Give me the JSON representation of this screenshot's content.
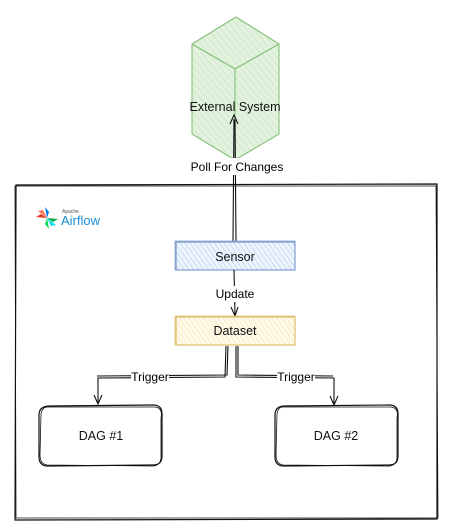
{
  "external_system": {
    "label": "External System",
    "fill": "#d4ecd0",
    "stroke": "#7cbf73"
  },
  "airflow": {
    "brand": "Apache",
    "name": "Airflow"
  },
  "edges": {
    "poll": "Poll For Changes",
    "update": "Update",
    "trigger_left": "Trigger",
    "trigger_right": "Trigger"
  },
  "sensor": {
    "label": "Sensor",
    "fill": "#dae8fc",
    "stroke": "#6c8ebf"
  },
  "dataset": {
    "label": "Dataset",
    "fill": "#fff2cc",
    "stroke": "#d6b656"
  },
  "dags": [
    {
      "label": "DAG #1"
    },
    {
      "label": "DAG #2"
    }
  ]
}
